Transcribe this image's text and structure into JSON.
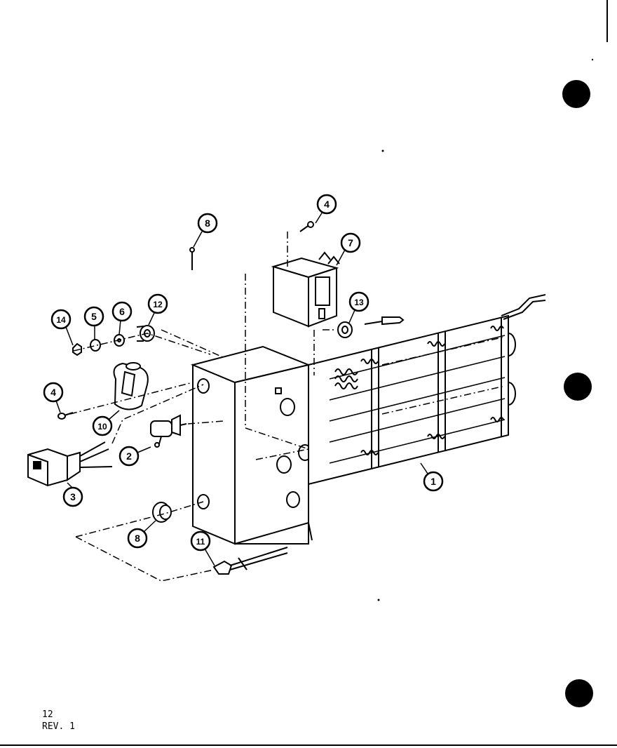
{
  "callouts": {
    "c1": "1",
    "c2": "2",
    "c3": "3",
    "c4a": "4",
    "c4b": "4",
    "c5": "5",
    "c6": "6",
    "c7": "7",
    "c8a": "8",
    "c8b": "8",
    "c10": "10",
    "c11": "11",
    "c12": "12",
    "c13": "13",
    "c14": "14"
  },
  "footer": {
    "page_number": "12",
    "revision": "REV. 1"
  },
  "colors": {
    "ink": "#000000",
    "paper": "#ffffff"
  }
}
